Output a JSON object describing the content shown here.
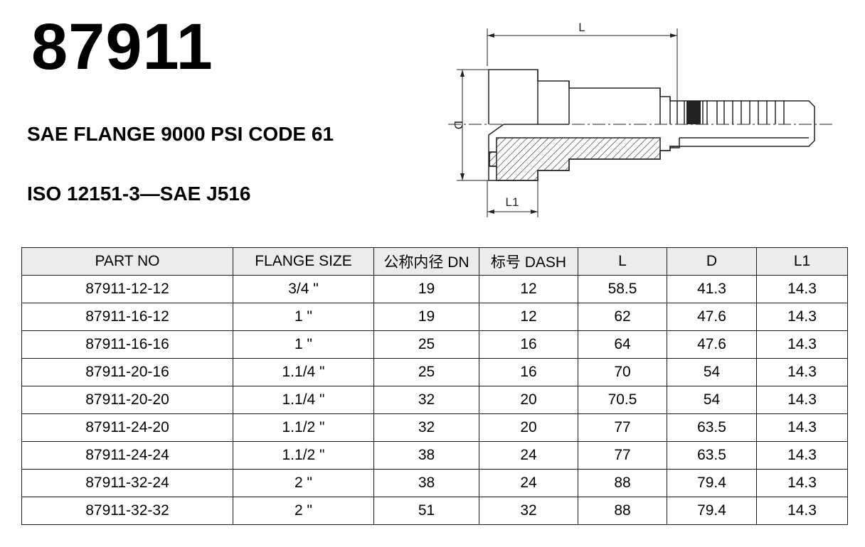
{
  "header": {
    "part_number": "87911",
    "subtitle": "SAE FLANGE 9000 PSI CODE 61",
    "standard": "ISO 12151-3—SAE J516"
  },
  "drawing": {
    "label_l": "L",
    "label_d": "D",
    "label_l1": "L1"
  },
  "table": {
    "columns": [
      "PART NO",
      "FLANGE SIZE",
      "公称内径 DN",
      "标号 DASH",
      "L",
      "D",
      "L1"
    ],
    "rows": [
      [
        "87911-12-12",
        "3/4 \"",
        "19",
        "12",
        "58.5",
        "41.3",
        "14.3"
      ],
      [
        "87911-16-12",
        "1 \"",
        "19",
        "12",
        "62",
        "47.6",
        "14.3"
      ],
      [
        "87911-16-16",
        "1 \"",
        "25",
        "16",
        "64",
        "47.6",
        "14.3"
      ],
      [
        "87911-20-16",
        "1.1/4 \"",
        "25",
        "16",
        "70",
        "54",
        "14.3"
      ],
      [
        "87911-20-20",
        "1.1/4 \"",
        "32",
        "20",
        "70.5",
        "54",
        "14.3"
      ],
      [
        "87911-24-20",
        "1.1/2 \"",
        "32",
        "20",
        "77",
        "63.5",
        "14.3"
      ],
      [
        "87911-24-24",
        "1.1/2 \"",
        "38",
        "24",
        "77",
        "63.5",
        "14.3"
      ],
      [
        "87911-32-24",
        "2 \"",
        "38",
        "24",
        "88",
        "79.4",
        "14.3"
      ],
      [
        "87911-32-32",
        "2 \"",
        "51",
        "32",
        "88",
        "79.4",
        "14.3"
      ]
    ]
  }
}
